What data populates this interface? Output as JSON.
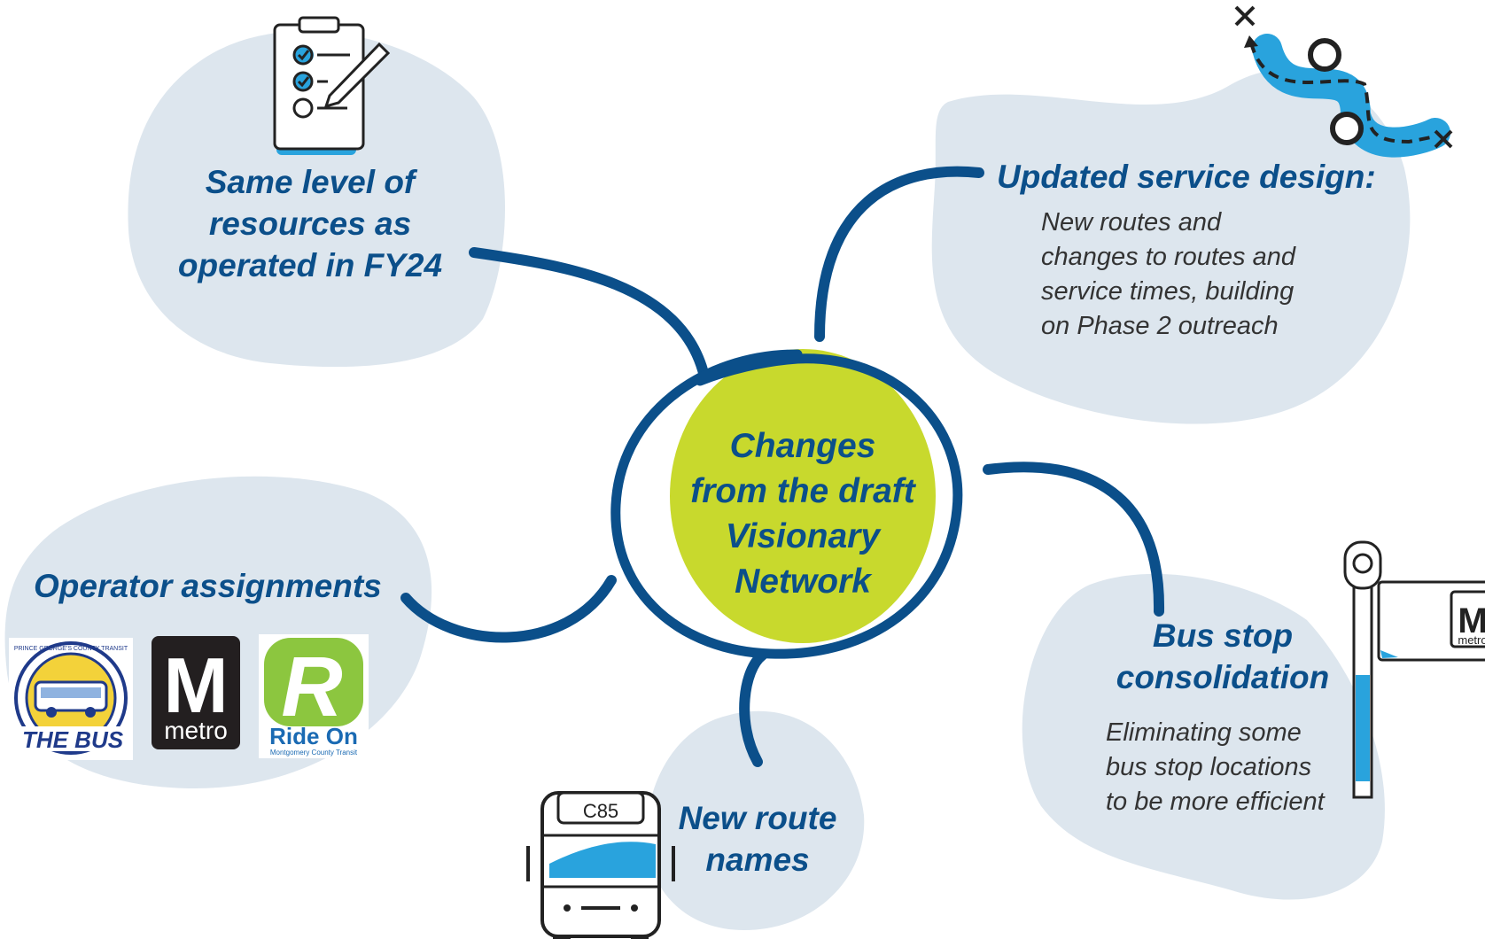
{
  "center": {
    "line1": "Changes",
    "line2": "from the draft",
    "line3": "Visionary",
    "line4": "Network"
  },
  "resources": {
    "line1": "Same level of",
    "line2": "resources as",
    "line3": "operated in FY24",
    "icon": "clipboard-checklist-icon"
  },
  "service_design": {
    "title": "Updated service design:",
    "body_lines": [
      "New routes and",
      "changes to routes and",
      "service times, building",
      "on Phase 2 outreach"
    ],
    "icon": "route-path-icon"
  },
  "operators": {
    "title": "Operator assignments",
    "logo_thebus": "THE BUS",
    "logo_thebus_ring": "PRINCE GEORGE'S COUNTY TRANSIT",
    "logo_metro_letter": "M",
    "logo_metro_word": "metro",
    "logo_rideon_letter": "R",
    "logo_rideon_word": "Ride On",
    "logo_rideon_sub": "Montgomery County Transit"
  },
  "bus_stop": {
    "line1": "Bus stop",
    "line2": "consolidation",
    "body_lines": [
      "Eliminating some",
      "bus stop locations",
      "to be more efficient"
    ],
    "sign_letter": "M",
    "sign_word": "metro",
    "icon": "bus-stop-sign-icon"
  },
  "route_names": {
    "line1": "New route",
    "line2": "names",
    "bus_sign": "C85",
    "icon": "bus-front-icon"
  },
  "colors": {
    "blob": "#dde6ee",
    "navy": "#0b4f8a",
    "lime": "#c8d92d",
    "sky": "#29a3dd",
    "metro_black": "#231f20",
    "rideon_green": "#8cc63f"
  }
}
